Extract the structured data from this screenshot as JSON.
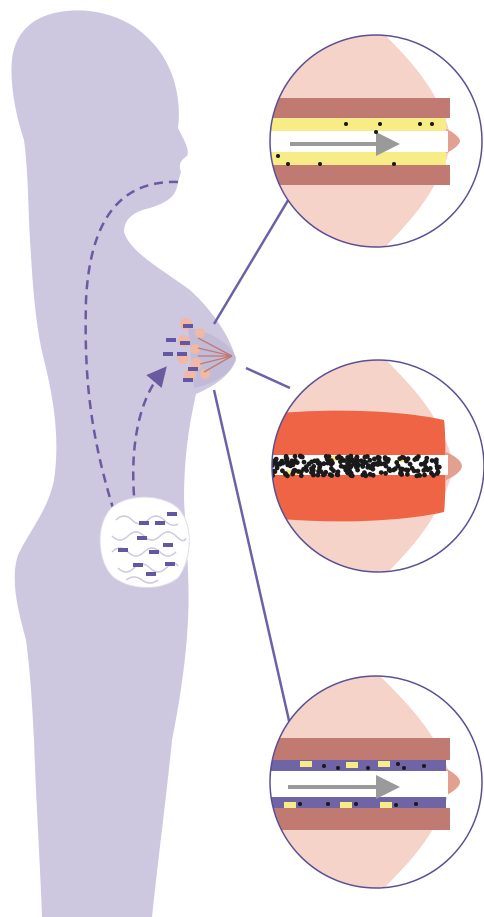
{
  "colors": {
    "background": "#ffffff",
    "body_silhouette": "#cdc7df",
    "pathway_dashes": "#6a5aa0",
    "connector_lines": "#6a62a8",
    "circle_outline": "#5a4f96",
    "breast_skin": "#f6d3c8",
    "nipple": "#e2a090",
    "duct_wall": "#c07a72",
    "duct_lumen": "#ffffff",
    "healthy_lining": "#f7ec86",
    "inflamed_tissue": "#ee6444",
    "probiotic_lining": "#6e64a6",
    "bacteria_dots": "#1a1a1a",
    "probiotic_rods": "#6157a3",
    "flow_arrow": "#9a9a9a",
    "gland_lobules": "#f2b8a6",
    "gut": "#ffffff"
  },
  "icons": [
    "female-silhouette-icon",
    "gut-intestine-icon",
    "mammary-gland-icon",
    "flow-arrow-icon"
  ],
  "panels": [
    {
      "name": "healthy-duct",
      "lining": "healthy",
      "milk_flow": true
    },
    {
      "name": "blocked-duct",
      "lining": "inflamed",
      "milk_flow": false
    },
    {
      "name": "probiotic-duct",
      "lining": "probiotic",
      "milk_flow": true
    }
  ]
}
